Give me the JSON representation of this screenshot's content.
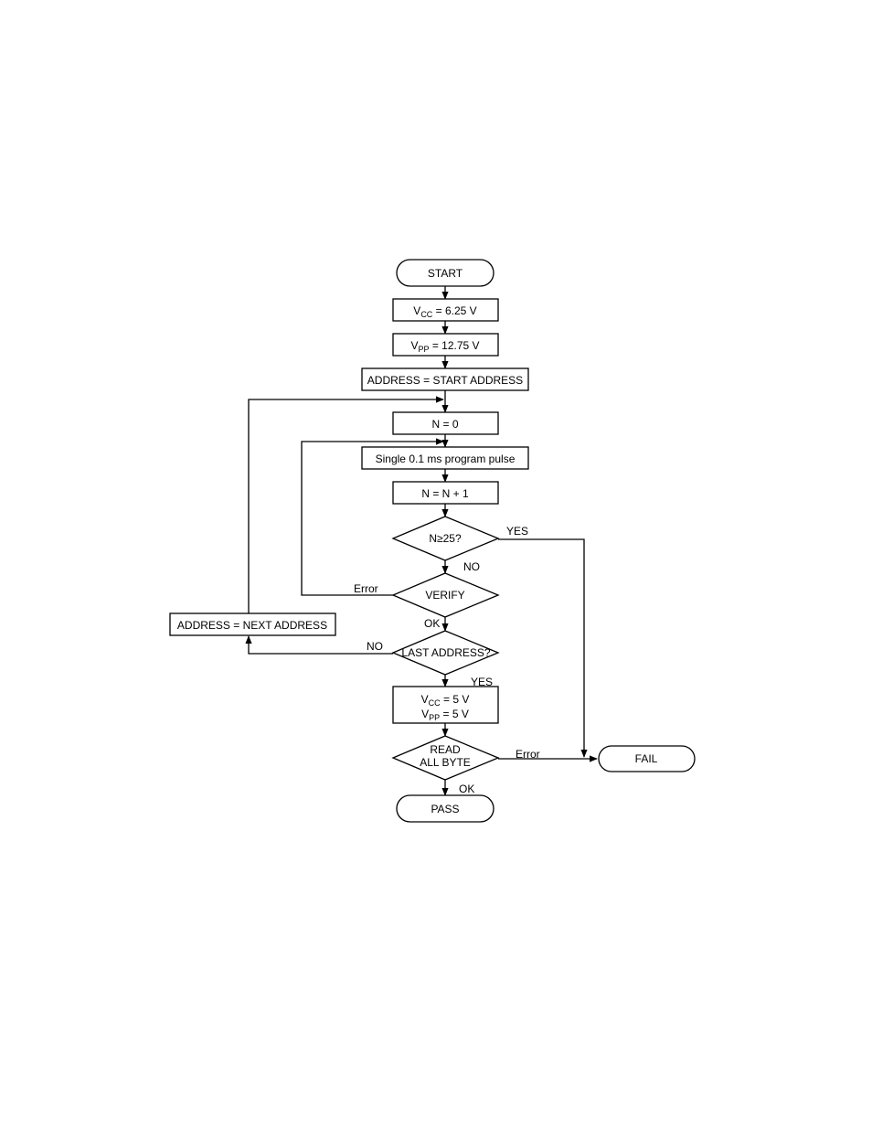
{
  "flowchart": {
    "start": "START",
    "vcc_set": {
      "symbol": "V",
      "sub": "CC",
      "value": " = 6.25 V"
    },
    "vpp_set": {
      "symbol": "V",
      "sub": "PP",
      "value": " = 12.75 V"
    },
    "address_start": "ADDRESS = START ADDRESS",
    "n_zero": "N = 0",
    "program_pulse": "Single 0.1 ms program pulse",
    "n_increment": "N = N + 1",
    "n_check": {
      "prefix": "N",
      "operator": "≥",
      "suffix": "25?"
    },
    "n_check_yes": "YES",
    "n_check_no": "NO",
    "verify": "VERIFY",
    "verify_error": "Error",
    "verify_ok": "OK",
    "address_next": "ADDRESS = NEXT ADDRESS",
    "last_address": "LAST ADDRESS?",
    "last_address_no": "NO",
    "last_address_yes": "YES",
    "final_vcc": {
      "symbol": "V",
      "sub": "CC",
      "value": " = 5 V"
    },
    "final_vpp": {
      "symbol": "V",
      "sub": "PP",
      "value": " = 5 V"
    },
    "read_line1": "READ",
    "read_line2": "ALL BYTE",
    "read_error": "Error",
    "read_ok": "OK",
    "fail": "FAIL",
    "pass": "PASS"
  }
}
